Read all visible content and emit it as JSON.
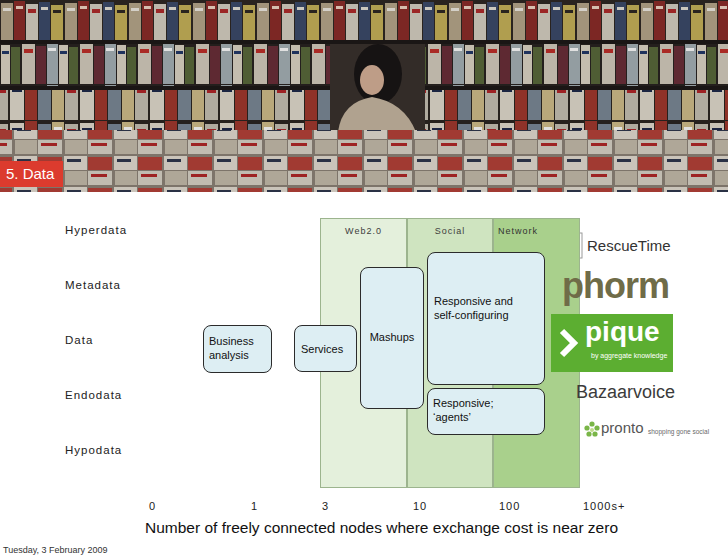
{
  "diagram": {
    "title": "5. Data",
    "nodes": [
      {
        "text": [
          "Web2.0"
        ]
      },
      {
        "text": [
          "Social"
        ]
      },
      {
        "text": [
          "Network"
        ]
      },
      {
        "text": [
          "Business analysis"
        ]
      },
      {
        "text": [
          "Services"
        ]
      },
      {
        "text": [
          "Mashups"
        ]
      },
      {
        "text": [
          "Responsive and self-configuring"
        ]
      },
      {
        "text": [
          "Responsive; ‘agents’"
        ]
      },
      {
        "text": [
          "pique",
          "by aggregate knowledge"
        ]
      }
    ],
    "labels": [
      "Hyperdata",
      "Metadata",
      "Data",
      "Endodata",
      "Hypodata",
      "0",
      "1",
      "3",
      "10",
      "100",
      "1000s+",
      "Number of freely connected nodes where exchange cost is near zero",
      "RescueTime",
      "phorm",
      "Bazaarvoice",
      "pronto",
      "shopping gone social",
      "Tuesday, 3 February 2009"
    ]
  }
}
